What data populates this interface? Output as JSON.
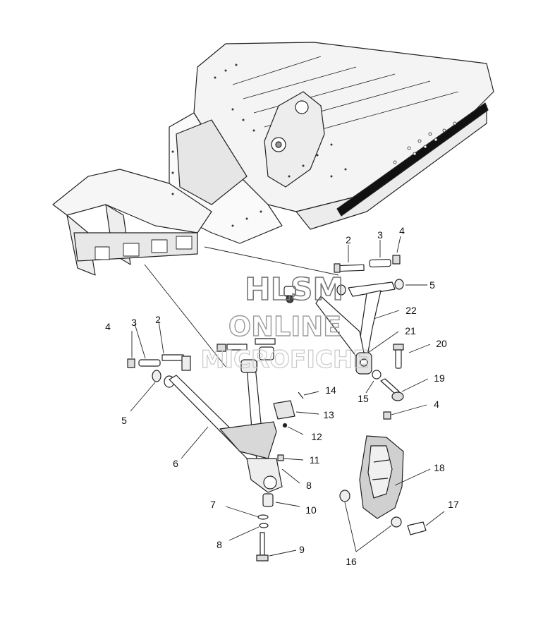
{
  "diagram": {
    "callouts": [
      {
        "id": "c2a",
        "label": "2"
      },
      {
        "id": "c3a",
        "label": "3"
      },
      {
        "id": "c4a",
        "label": "4"
      },
      {
        "id": "c5a",
        "label": "5"
      },
      {
        "id": "c22",
        "label": "22"
      },
      {
        "id": "c21",
        "label": "21"
      },
      {
        "id": "c20",
        "label": "20"
      },
      {
        "id": "c19",
        "label": "19"
      },
      {
        "id": "c15",
        "label": "15"
      },
      {
        "id": "c4c",
        "label": "4"
      },
      {
        "id": "c4b",
        "label": "4"
      },
      {
        "id": "c3b",
        "label": "3"
      },
      {
        "id": "c2b",
        "label": "2"
      },
      {
        "id": "c5b",
        "label": "5"
      },
      {
        "id": "c14",
        "label": "14"
      },
      {
        "id": "c13",
        "label": "13"
      },
      {
        "id": "c12",
        "label": "12"
      },
      {
        "id": "c6",
        "label": "6"
      },
      {
        "id": "c11",
        "label": "11"
      },
      {
        "id": "c8a",
        "label": "8"
      },
      {
        "id": "c7",
        "label": "7"
      },
      {
        "id": "c10",
        "label": "10"
      },
      {
        "id": "c8b",
        "label": "8"
      },
      {
        "id": "c9",
        "label": "9"
      },
      {
        "id": "c18",
        "label": "18"
      },
      {
        "id": "c17",
        "label": "17"
      },
      {
        "id": "c16",
        "label": "16"
      }
    ],
    "watermark": {
      "line1": "HLSM",
      "line2": "ONLINE",
      "line3": "MICROFICHE",
      "color": "#b8b8b8"
    },
    "colors": {
      "line": "#222222",
      "fill": "#ffffff",
      "shade": "#d8d8d8"
    }
  }
}
